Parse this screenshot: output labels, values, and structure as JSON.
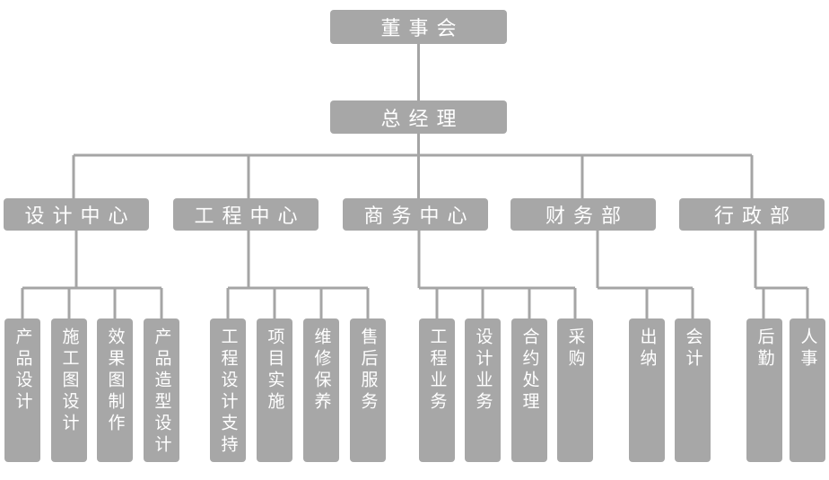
{
  "colors": {
    "node_fill": "#a7a7a7",
    "node_text": "#ffffff",
    "connector": "#a5a5a5",
    "background": "#ffffff"
  },
  "org_chart": {
    "root": "董事会",
    "general_manager": "总经理",
    "departments": [
      {
        "label": "设计中心",
        "children": [
          "产品设计",
          "施工图设计",
          "效果图制作",
          "产品造型设计"
        ]
      },
      {
        "label": "工程中心",
        "children": [
          "工程设计支持",
          "项目实施",
          "维修保养",
          "售后服务"
        ]
      },
      {
        "label": "商务中心",
        "children": [
          "工程业务",
          "设计业务",
          "合约处理",
          "采购"
        ]
      },
      {
        "label": "财务部",
        "children": [
          "出纳",
          "会计"
        ]
      },
      {
        "label": "行政部",
        "children": [
          "后勤",
          "人事"
        ]
      }
    ]
  }
}
